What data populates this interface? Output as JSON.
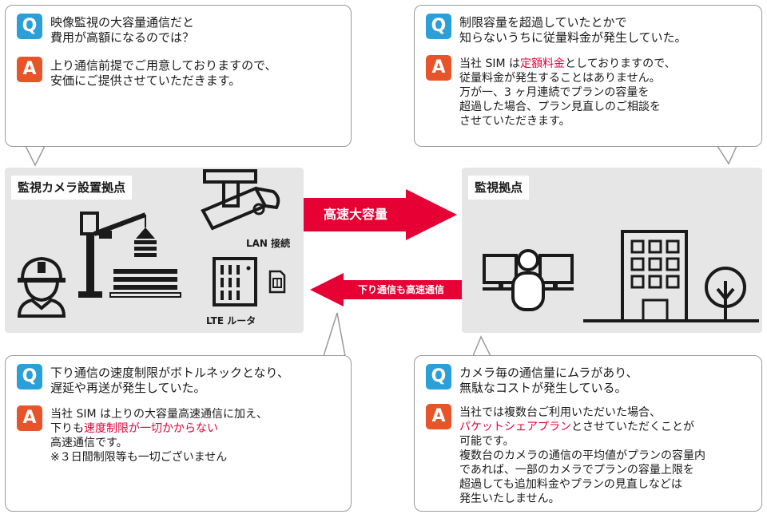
{
  "top_left": {
    "q_badge": "Q",
    "q_lines": [
      "映像監視の大容量通信だと",
      "費用が高額になるのでは？"
    ],
    "a_badge": "A",
    "a_lines": [
      "上り通信前提でご用意しておりますので、",
      "安価にご提供させていただきます。"
    ]
  },
  "top_right": {
    "q_badge": "Q",
    "q_lines": [
      "制限容量を超過していたとかで",
      "知らないうちに従量料金が発生していた。"
    ],
    "a_badge": "A",
    "a_line1_pre": "当社 SIM は",
    "a_line1_red": "定額料金",
    "a_line1_post": "としておりますので、",
    "a_lines_rest": [
      "従量料金が発生することはありません。",
      "万が一、3 ヶ月連続でプランの容量を",
      "超過した場合、プラン見直しのご相談を",
      "させていただきます。"
    ]
  },
  "bottom_left": {
    "q_badge": "Q",
    "q_lines": [
      "下り通信の速度制限がボトルネックとなり、",
      "遅延や再送が発生していた。"
    ],
    "a_badge": "A",
    "a_line1": "当社 SIM は上りの大容量高速通信に加え、",
    "a_line2_pre": "下りも",
    "a_line2_red": "速度制限が一切かからない",
    "a_lines_rest": [
      "高速通信です。",
      "※３日間制限等も一切ございません"
    ]
  },
  "bottom_right": {
    "q_badge": "Q",
    "q_lines": [
      "カメラ毎の通信量にムラがあり、",
      "無駄なコストが発生している。"
    ],
    "a_badge": "A",
    "a_line1": "当社では複数台ご利用いただいた場合、",
    "a_line2_red": "パケットシェアプラン",
    "a_line2_post": "とさせていただくことが",
    "a_lines_rest": [
      "可能です。",
      "複数台のカメラの通信の平均値がプランの容量内",
      "であれば、一部のカメラでプランの容量上限を",
      "超過しても追加料金やプランの見直しなどは",
      "発生いたしません。"
    ]
  },
  "left_panel": {
    "title": "監視カメラ設置拠点",
    "lan_label": "LAN 接続",
    "router_label": "LTE ルータ"
  },
  "right_panel": {
    "title": "監視拠点"
  },
  "arrows": {
    "upload": "高速大容量",
    "download": "下り通信も高速通信"
  },
  "colors": {
    "q_blue": "#2a9fd8",
    "a_orange": "#e8542a",
    "arrow_red": "#e60033",
    "emphasis_red": "#e8003a",
    "panel_gray": "#e6e6e6"
  },
  "icons": [
    "worker-helmet-icon",
    "crane-icon",
    "cctv-camera-icon",
    "lte-router-icon",
    "sim-card-icon",
    "monitor-operator-icon",
    "office-building-icon",
    "tree-icon"
  ]
}
